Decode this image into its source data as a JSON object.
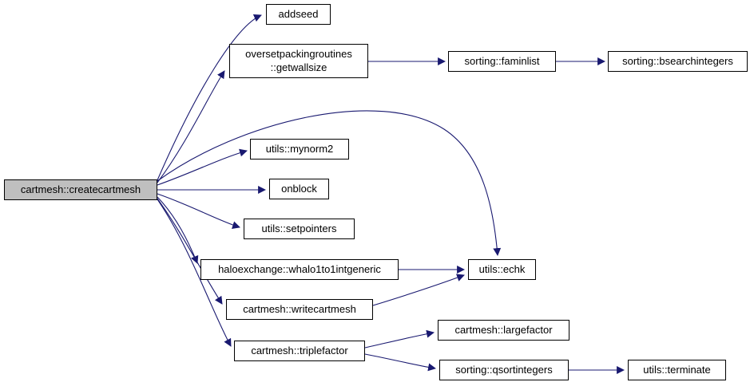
{
  "graph": {
    "type": "call-graph",
    "root": {
      "label": "cartmesh::createcartmesh"
    },
    "nodes": {
      "addseed": {
        "label": "addseed"
      },
      "getwallsize": {
        "line1": "oversetpackingroutines",
        "line2": "::getwallsize"
      },
      "faminlist": {
        "label": "sorting::faminlist"
      },
      "bsearchintegers": {
        "label": "sorting::bsearchintegers"
      },
      "mynorm2": {
        "label": "utils::mynorm2"
      },
      "onblock": {
        "label": "onblock"
      },
      "setpointers": {
        "label": "utils::setpointers"
      },
      "whalo1to1intgeneric": {
        "label": "haloexchange::whalo1to1intgeneric"
      },
      "echk": {
        "label": "utils::echk"
      },
      "writecartmesh": {
        "label": "cartmesh::writecartmesh"
      },
      "triplefactor": {
        "label": "cartmesh::triplefactor"
      },
      "largefactor": {
        "label": "cartmesh::largefactor"
      },
      "qsortintegers": {
        "label": "sorting::qsortintegers"
      },
      "terminate": {
        "label": "utils::terminate"
      }
    },
    "edges": [
      {
        "from": "cartmesh::createcartmesh",
        "to": "addseed"
      },
      {
        "from": "cartmesh::createcartmesh",
        "to": "oversetpackingroutines::getwallsize"
      },
      {
        "from": "cartmesh::createcartmesh",
        "to": "utils::mynorm2"
      },
      {
        "from": "cartmesh::createcartmesh",
        "to": "onblock"
      },
      {
        "from": "cartmesh::createcartmesh",
        "to": "utils::setpointers"
      },
      {
        "from": "cartmesh::createcartmesh",
        "to": "haloexchange::whalo1to1intgeneric"
      },
      {
        "from": "cartmesh::createcartmesh",
        "to": "cartmesh::writecartmesh"
      },
      {
        "from": "cartmesh::createcartmesh",
        "to": "cartmesh::triplefactor"
      },
      {
        "from": "cartmesh::createcartmesh",
        "to": "utils::echk"
      },
      {
        "from": "oversetpackingroutines::getwallsize",
        "to": "sorting::faminlist"
      },
      {
        "from": "sorting::faminlist",
        "to": "sorting::bsearchintegers"
      },
      {
        "from": "haloexchange::whalo1to1intgeneric",
        "to": "utils::echk"
      },
      {
        "from": "cartmesh::writecartmesh",
        "to": "utils::echk"
      },
      {
        "from": "cartmesh::triplefactor",
        "to": "cartmesh::largefactor"
      },
      {
        "from": "cartmesh::triplefactor",
        "to": "sorting::qsortintegers"
      },
      {
        "from": "sorting::qsortintegers",
        "to": "utils::terminate"
      }
    ],
    "colors": {
      "edge": "#191970",
      "node_border": "#000000",
      "node_fill": "#ffffff",
      "root_fill": "#bfbfbf"
    }
  }
}
